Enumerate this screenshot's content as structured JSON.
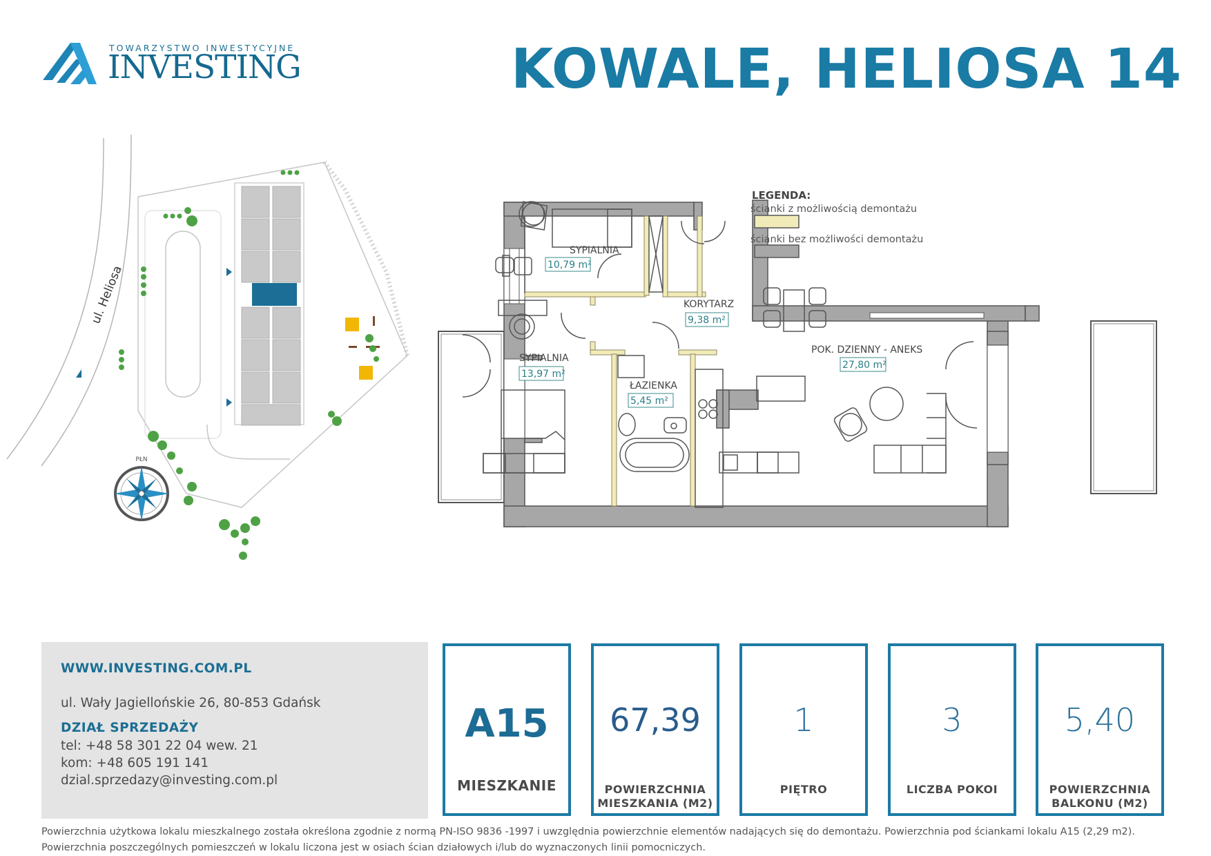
{
  "header": {
    "company_tagline": "TOWARZYSTWO INWESTYCYJNE",
    "company_name": "INVESTING",
    "title": "KOWALE, HELIOSA 14"
  },
  "site_plan": {
    "street_label": "ul. Heliosa",
    "compass_label": "PŁN"
  },
  "floor_plan": {
    "legend": {
      "title": "LEGENDA:",
      "removable_walls": "ścianki z możliwością demontażu",
      "fixed_walls": "ścianki bez możliwości demontażu",
      "removable_color": "#f1ebb8",
      "fixed_color": "#a7a7a7"
    },
    "rooms": [
      {
        "name": "SYPIALNIA",
        "area": "10,79 m²"
      },
      {
        "name": "KORYTARZ",
        "area": "9,38  m²"
      },
      {
        "name": "SYPIALNIA",
        "area": "13,97 m²"
      },
      {
        "name": "ŁAZIENKA",
        "area": "5,45 m²"
      },
      {
        "name": "POK. DZIENNY - ANEKS",
        "area": "27,80 m²"
      }
    ]
  },
  "contact": {
    "website": "WWW.INVESTING.COM.PL",
    "address": "ul. Wały Jagiellońskie 26, 80-853 Gdańsk",
    "department": "DZIAŁ SPRZEDAŻY",
    "phone": "tel: +48 58 301 22 04 wew. 21",
    "mobile": "kom: +48 605 191 141",
    "email": "dzial.sprzedazy@investing.com.pl"
  },
  "stats": {
    "apartment": {
      "value": "A15",
      "label": "MIESZKANIE"
    },
    "area": {
      "value": "67,39",
      "label_line1": "POWIERZCHNIA",
      "label_line2": "MIESZKANIA (M2)"
    },
    "floor": {
      "value": "1",
      "label": "PIĘTRO"
    },
    "rooms": {
      "value": "3",
      "label": "LICZBA POKOI"
    },
    "balcony": {
      "value": "5,40",
      "label_line1": "POWIERZCHNIA",
      "label_line2": "BALKONU (M2)"
    }
  },
  "footnote": {
    "line1": "Powierzchnia użytkowa lokalu mieszkalnego została określona zgodnie z normą PN-ISO 9836 -1997 i uwzględnia powierzchnie elementów nadających się do demontażu. Powierzchnia pod ściankami lokalu A15 (2,29 m2).",
    "line2": "Powierzchnia poszczególnych pomieszczeń w lokalu liczona jest w osiach ścian działowych i/lub do wyznaczonych linii pomocniczych."
  },
  "colors": {
    "brand_blue": "#1a7ba5",
    "highlight_unit": "#1c6e96",
    "playground_yellow": "#f2b705",
    "tree_green": "#4ea245"
  }
}
